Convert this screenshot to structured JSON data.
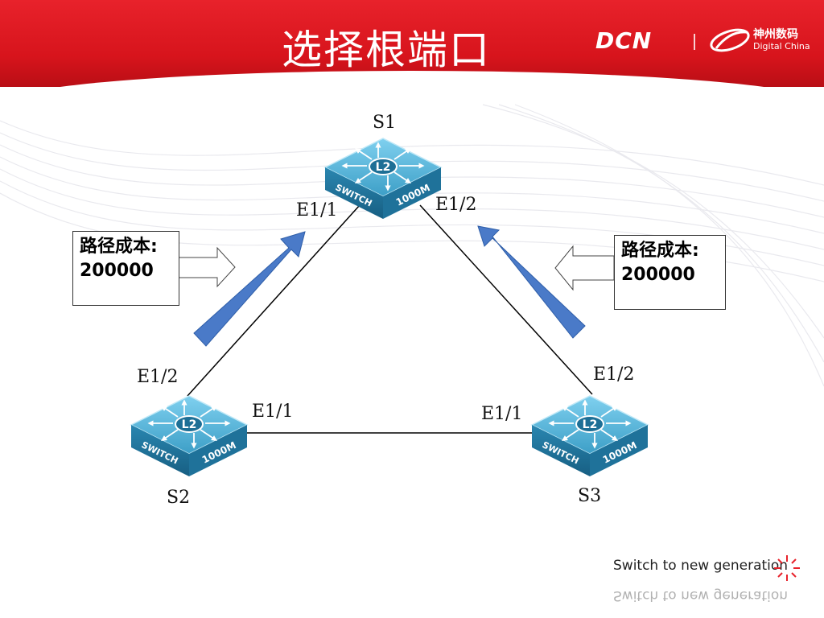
{
  "slide": {
    "title": "选择根端口",
    "tagline": "Switch to new generation"
  },
  "brand": {
    "logo_text": "DCN",
    "company_cn": "神州数码",
    "company_en": "Digital China"
  },
  "colors": {
    "header_red": "#d7141c",
    "switch_body": "#2e8fb8",
    "arrow_blue": "#4a7ac8",
    "link_line": "#000000"
  },
  "switch_badge": {
    "layer": "L2",
    "model_left": "SWITCH",
    "model_right": "1000M"
  },
  "nodes": {
    "s1": {
      "name": "S1",
      "port_left": "E1/1",
      "port_right": "E1/2"
    },
    "s2": {
      "name": "S2",
      "port_up": "E1/2",
      "port_right": "E1/1"
    },
    "s3": {
      "name": "S3",
      "port_up": "E1/2",
      "port_left": "E1/1"
    }
  },
  "cost_labels": {
    "left": {
      "title": "路径成本:",
      "value": "200000"
    },
    "right": {
      "title": "路径成本:",
      "value": "200000"
    }
  }
}
